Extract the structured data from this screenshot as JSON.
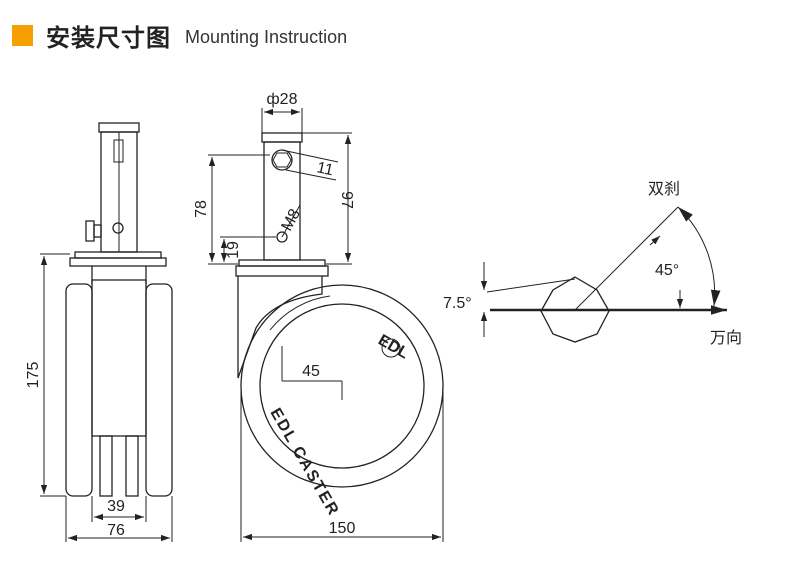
{
  "header": {
    "title_cn": "安装尺寸图",
    "title_en": "Mounting Instruction",
    "accent_color": "#f5a000"
  },
  "front_view": {
    "height_label": "175",
    "inner_width_label": "39",
    "outer_width_label": "76"
  },
  "side_view": {
    "stem_diameter_label": "ф28",
    "hex_label": "11",
    "thread_label": "M8",
    "height_78_label": "78",
    "height_97_label": "97",
    "height_19_label": "19",
    "offset_label": "45",
    "wheel_diameter_label": "150",
    "brand_text": "EDL CASTER",
    "logo_text": "EDL"
  },
  "angle_view": {
    "brake_label": "双刹",
    "direction_label": "万向",
    "angle_45_label": "45°",
    "angle_75_label": "7.5°"
  }
}
